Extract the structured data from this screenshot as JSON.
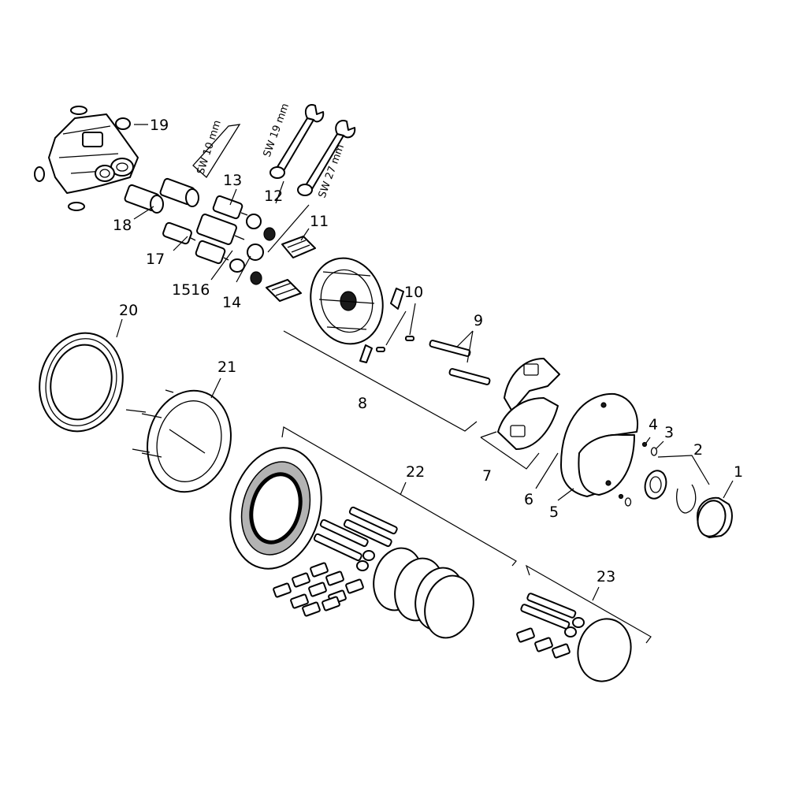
{
  "colors": {
    "line": "#000000",
    "shade": "#b3b3b3",
    "background": "#ffffff"
  },
  "labels": {
    "p1": "1",
    "p2": "2",
    "p3": "3",
    "p4": "4",
    "p5": "5",
    "p6": "6",
    "p7": "7",
    "p8": "8",
    "p9": "9",
    "p10": "10",
    "p11": "11",
    "p12": "12",
    "p13": "13",
    "p14": "14",
    "p15_16": "1516",
    "p17": "17",
    "p18": "18",
    "p19": "19",
    "p20": "20",
    "p21": "21",
    "p22": "22",
    "p23": "23"
  },
  "tools": {
    "hex_key": "SW 10 mm",
    "wrench_small": "SW 19 mm",
    "wrench_large": "SW 27 mm"
  }
}
